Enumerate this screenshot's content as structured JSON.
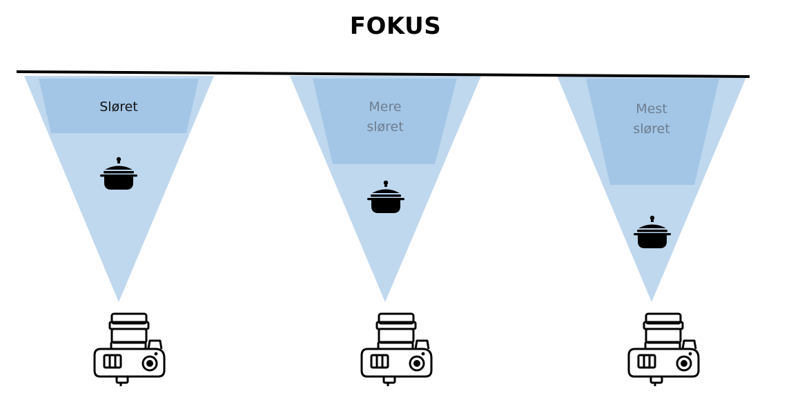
{
  "title": "FOKUS",
  "colors": {
    "cone": "#bfd8ee",
    "blur_zone": "#a3c6e7",
    "focus_line": "#000000",
    "label_primary": "#111111",
    "label_muted": "#6e7d8e"
  },
  "icons": {
    "subject": "cooking-pot-icon",
    "camera": "camera-icon"
  },
  "panels": [
    {
      "label_lines": [
        "Sløret"
      ],
      "label_color": "#111111"
    },
    {
      "label_lines": [
        "Mere",
        "sløret"
      ],
      "label_color": "#6e7d8e"
    },
    {
      "label_lines": [
        "Mest",
        "sløret"
      ],
      "label_color": "#6e7d8e"
    }
  ]
}
